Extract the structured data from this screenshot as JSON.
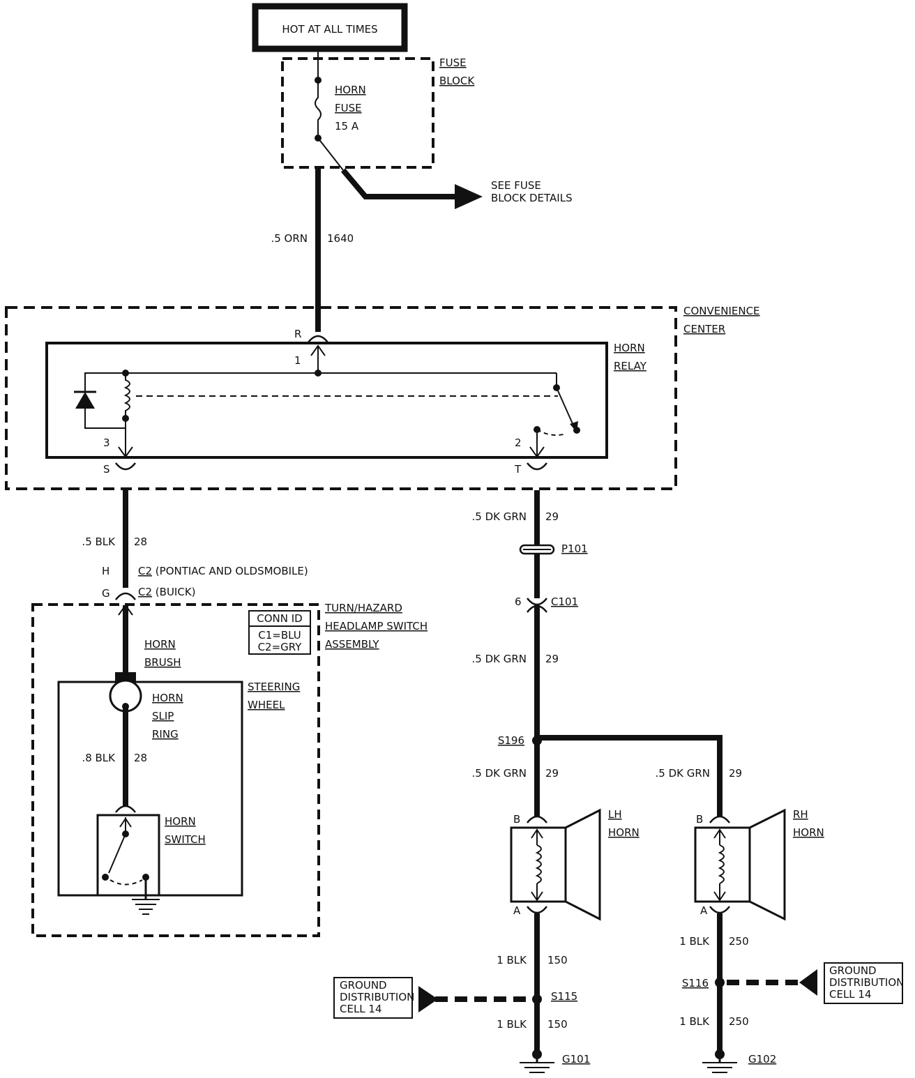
{
  "source": {
    "label": "HOT AT ALL TIMES"
  },
  "fuse_block": {
    "name_line1": "FUSE",
    "name_line2": "BLOCK",
    "fuse_line1": "HORN",
    "fuse_line2": "FUSE",
    "fuse_rating": "15 A",
    "see_details_line1": "SEE FUSE",
    "see_details_line2": "BLOCK DETAILS"
  },
  "wires": {
    "w1640": {
      "gauge": ".5 ORN",
      "circuit": "1640"
    },
    "w28": {
      "gauge": ".5 BLK",
      "circuit": "28"
    },
    "w28b": {
      "gauge": ".8 BLK",
      "circuit": "28"
    },
    "w29a": {
      "gauge": ".5 DK GRN",
      "circuit": "29"
    },
    "w29b": {
      "gauge": ".5 DK GRN",
      "circuit": "29"
    },
    "w29c": {
      "gauge": ".5 DK GRN",
      "circuit": "29"
    },
    "w29d": {
      "gauge": ".5 DK GRN",
      "circuit": "29"
    },
    "w150a": {
      "gauge": "1 BLK",
      "circuit": "150"
    },
    "w150b": {
      "gauge": "1 BLK",
      "circuit": "150"
    },
    "w250a": {
      "gauge": "1 BLK",
      "circuit": "250"
    },
    "w250b": {
      "gauge": "1 BLK",
      "circuit": "250"
    }
  },
  "convenience_center": {
    "name_line1": "CONVENIENCE",
    "name_line2": "CENTER",
    "pin_r": "R",
    "pin_s": "S",
    "pin_t": "T"
  },
  "horn_relay": {
    "name_line1": "HORN",
    "name_line2": "RELAY",
    "pin1": "1",
    "pin2": "2",
    "pin3": "3"
  },
  "connector_c2": {
    "pin_h": "H",
    "pin_g": "G",
    "id_top": "C2",
    "note_top": " (PONTIAC AND OLDSMOBILE)",
    "id_bottom": "C2",
    "note_bottom": " (BUICK)"
  },
  "switch_assembly": {
    "name_line1": "TURN/HAZARD",
    "name_line2": "HEADLAMP SWITCH",
    "name_line3": "ASSEMBLY"
  },
  "conn_id": {
    "title": "CONN ID",
    "c1": "C1=BLU",
    "c2": "C2=GRY"
  },
  "horn_brush": {
    "line1": "HORN",
    "line2": "BRUSH"
  },
  "steering_wheel": {
    "line1": "STEERING",
    "line2": "WHEEL"
  },
  "slip_ring": {
    "line1": "HORN",
    "line2": "SLIP",
    "line3": "RING"
  },
  "horn_switch": {
    "line1": "HORN",
    "line2": "SWITCH"
  },
  "p101": {
    "label": "P101"
  },
  "c101": {
    "pin": "6",
    "label": "C101"
  },
  "s196": {
    "label": "S196"
  },
  "lh_horn": {
    "line1": "LH",
    "line2": "HORN",
    "pin_b": "B",
    "pin_a": "A"
  },
  "rh_horn": {
    "line1": "RH",
    "line2": "HORN",
    "pin_b": "B",
    "pin_a": "A"
  },
  "s115": {
    "label": "S115"
  },
  "s116": {
    "label": "S116"
  },
  "ground_left": {
    "line1": "GROUND",
    "line2": "DISTRIBUTION",
    "line3": "CELL 14"
  },
  "ground_right": {
    "line1": "GROUND",
    "line2": "DISTRIBUTION",
    "line3": "CELL 14"
  },
  "g101": {
    "label": "G101"
  },
  "g102": {
    "label": "G102"
  }
}
